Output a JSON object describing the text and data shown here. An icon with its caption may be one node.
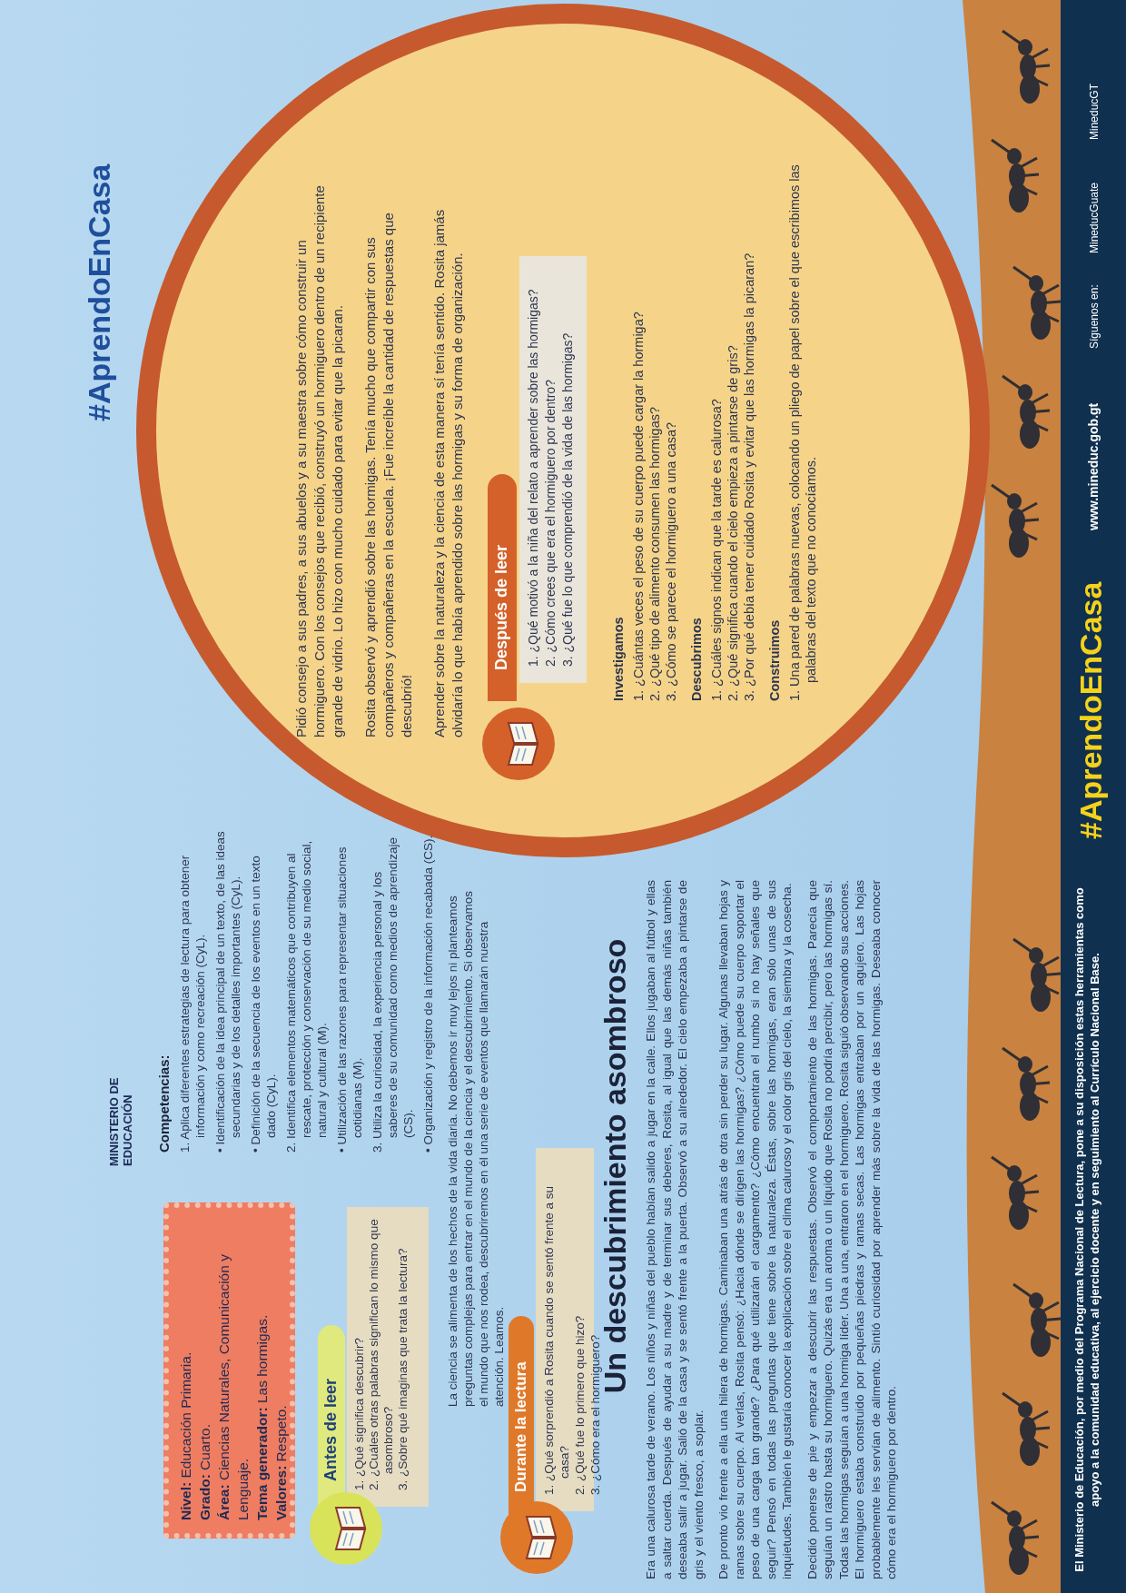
{
  "diagram": {
    "title": "Un descubrimiento asombroso",
    "nodes": [
      {
        "text": [
          "**Nivel:** Educación Primaria.",
          "**Grado:** Cuarto.",
          "**Área:** Ciencias Naturales, Comunicación y Lenguaje.",
          "**Tema generador:** Las hormigas.",
          "**Valores:** Respeto."
        ]
      },
      {
        "text": [
          "Antes de leer"
        ]
      },
      {
        "text": [
          "1. ¿Qué significa descubrir?",
          "2. ¿Cuáles otras palabras significan lo mismo que asombroso?",
          "3. ¿Sobre qué imaginas que trata la lectura?"
        ]
      },
      {
        "text": [
          "Durante la lectura"
        ]
      },
      {
        "text": [
          "1. ¿Qué sorprendió a Rosita cuando se sentó frente a su casa?",
          "2. ¿Qué fue lo primero que hizo?",
          "3. ¿Cómo era el hormiguero?"
        ]
      },
      {
        "text": [
          "Pidió consejo a sus padres, a sus abuelos y a su maestra sobre cómo construir un hormiguero. Con los consejos que recibió, construyó un hormiguero dentro de un recipiente grande de vidrio. Lo hizo con mucho cuidado para evitar que la picaran.",
          "Rosita observó y aprendió sobre las hormigas. Tenía mucho que compartir con sus compañeros y compañeras en la escuela. ¡Fue increíble la cantidad de respuestas que descubrió!",
          "Aprender sobre la naturaleza y la ciencia de esta manera sí tenía sentido. Rosita jamás olvidaría lo que había aprendido sobre las hormigas y su forma de organización.",
          "Investigamos",
          "1. ¿Cuántas veces el peso de su cuerpo puede cargar la hormiga?",
          "2. ¿Qué tipo de alimento consumen las hormigas?",
          "3. ¿Cómo se parece el hormiguero a una casa?",
          "Descubrimos",
          "1. ¿Cuáles signos indican que la tarde es calurosa?",
          "2. ¿Qué significa cuando el cielo empieza a pintarse de gris?",
          "3. ¿Por qué debía tener cuidado Rosita y evitar que las hormigas la picaran?",
          "Construimos",
          "1. Una pared de palabras nuevas, colocando un pliego de papel sobre el que escribimos las palabras del texto que no conocíamos."
        ]
      },
      {
        "text": [
          "Después de leer"
        ],
        "in": 5
      },
      {
        "text": [
          "1. ¿Qué motivó a la niña del relato a aprender sobre las hormigas?",
          "2. ¿Cómo crees que era el hormiguero por dentro?",
          "3. ¿Qué fue lo que comprendió de la vida de las hormigas?"
        ],
        "in": 5
      }
    ],
    "edges": [],
    "labels": [
      "MINISTERIO DE EDUCACIÓN",
      "#AprendoEnCasa",
      "Competencias:",
      "1. Aplica diferentes estrategias de lectura para obtener información y como recreación (CyL).",
      "• Identificación de la idea principal de un texto, de las ideas secundarias y de los detalles importantes (CyL).",
      "• Definición de la secuencia de los eventos en un texto dado (CyL).",
      "2. Identifica elementos matemáticos que contribuyen al rescate, protección y conservación de su medio social, natural y cultural (M).",
      "• Utilización de las razones para representar situaciones cotidianas (M).",
      "3. Utiliza la curiosidad, la experiencia personal y los saberes de su comunidad como medios de aprendizaje (CS).",
      "• Organización y registro de la información recabada (CS).",
      "La ciencia se alimenta de los hechos de la vida diaria. No debemos ir muy lejos ni planteamos preguntas complejas para entrar en el mundo de la ciencia y el descubrimiento. Si observamos el mundo que nos rodea, descubriremos en él una serie de eventos que llamarán nuestra atención. Leamos.",
      "Era una calurosa tarde de verano. Los niños y niñas del pueblo habían salido a jugar en la calle. Ellos jugaban al fútbol y ellas a saltar cuerda. Después de ayudar a su madre y de terminar sus deberes, Rosita, al igual que las demás niñas también deseaba salir a jugar. Salió de la casa y se sentó frente a la puerta. Observó a su alrededor. El cielo empezaba a pintarse de gris y el viento fresco, a soplar.",
      "De pronto vio frente a ella una hilera de hormigas. Caminaban una atrás de otra sin perder su lugar. Algunas llevaban hojas y ramas sobre su cuerpo. Al verlas, Rosita pensó: ¿Hacia dónde se dirigen las hormigas? ¿Cómo puede su cuerpo soportar el peso de una carga tan grande? ¿Para qué utilizarán el cargamento? ¿Cómo encuentran el rumbo si no hay señales que seguir? Pensó en todas las preguntas que tiene sobre la naturaleza. Éstas, sobre las hormigas, eran sólo unas de sus inquietudes. También le gustaría conocer la explicación sobre el clima caluroso y el color gris del cielo, la siembra y la cosecha.",
      "Decidió ponerse de pie y empezar a descubrir las respuestas. Observó el comportamiento de las hormigas. Parecía que seguían un rastro hasta su hormiguero. Quizás era un aroma o un líquido que Rosita no podría percibir, pero las hormigas sí. Todas las hormigas seguían a una hormiga líder. Una a una, entraron en el hormiguero. Rosita siguió observando sus acciones. El hormiguero estaba construido por pequeñas piedras y ramas secas. Las hormigas entraban por un agujero. Las hojas probablemente les servían de alimento. Sintió curiosidad por aprender más sobre la vida de las hormigas. Deseaba conocer cómo era el hormiguero por dentro.",
      "El Ministerio de Educación, por medio del Programa Nacional de Lectura, pone a su disposición estas herramientas como apoyo a la comunidad educativa, al ejercicio docente y en seguimiento al Currículo Nacional Base.",
      "#AprendoEnCasa",
      "www.mineduc.gob.gt",
      "Síguenos en:",
      "MineducGuate",
      "MineducGT"
    ]
  }
}
